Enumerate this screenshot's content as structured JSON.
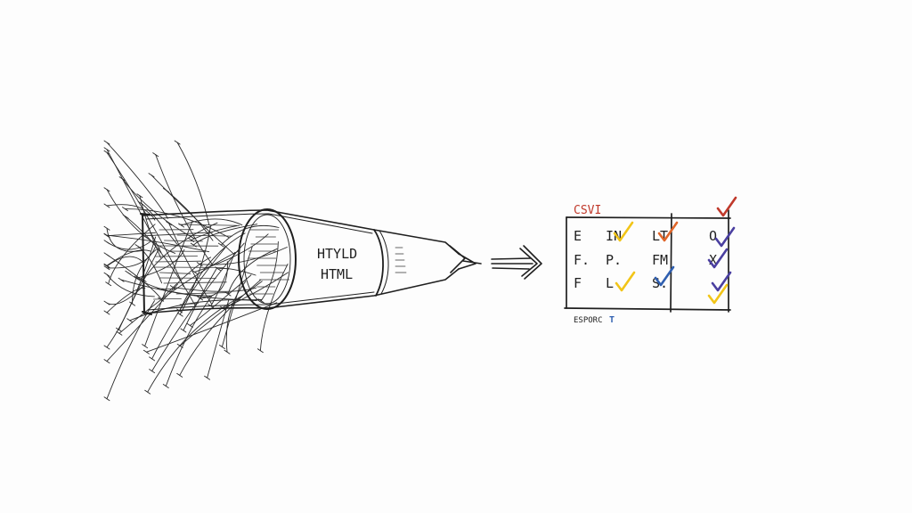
{
  "funnel": {
    "line1": "HTYLD",
    "line2": "HTML"
  },
  "table": {
    "title": "CSVI",
    "footer_left": "ESPORC",
    "footer_right": "T",
    "rows": [
      [
        "E",
        "IN",
        "LT",
        "O"
      ],
      [
        "F.",
        "P.",
        "FM",
        "X"
      ],
      [
        "F",
        "L",
        "S.",
        ""
      ]
    ]
  },
  "colors": {
    "ink": "#1f1f1f",
    "title_red": "#c0392b",
    "check_yellow": "#f2c518",
    "check_orange": "#e0662a",
    "check_blue": "#2f5fb0",
    "check_purple": "#4a3fa0",
    "check_red": "#c0392b",
    "footer_blue": "#2f5fb0"
  },
  "icons": [
    "arrow-right-icon",
    "checkmark-icon"
  ]
}
